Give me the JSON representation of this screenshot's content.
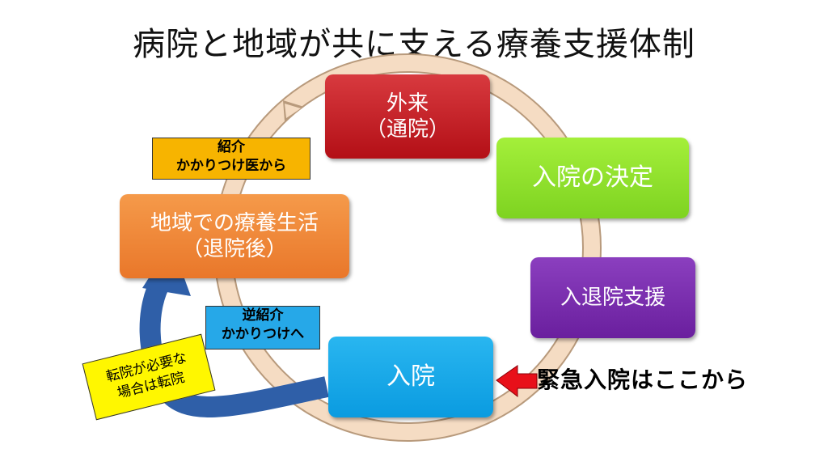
{
  "title": "病院と地域が共に支える療養支援体制",
  "nodes": {
    "outpatient": {
      "line1": "外来",
      "line2": "（通院）",
      "color": "#c0161d"
    },
    "decision": {
      "line1": "入院の決定",
      "color": "#8fe02b"
    },
    "support": {
      "line1": "入退院支援",
      "color": "#7a2fae"
    },
    "admission": {
      "line1": "入院",
      "color": "#14a6ea"
    },
    "community": {
      "line1": "地域での療養生活",
      "line2": "（退院後）",
      "color": "#ef8233"
    }
  },
  "labels": {
    "referral": {
      "line1": "紹介",
      "line2": "かかりつけ医から",
      "color": "#f7b400"
    },
    "reverse_referral": {
      "line1": "逆紹介",
      "line2": "かかりつけへ",
      "color": "#26a8e8"
    },
    "transfer_note": {
      "line1": "転院が必要な",
      "line2": "場合は転院",
      "color": "#fff700"
    }
  },
  "emergency": {
    "text": "緊急入院はここから",
    "arrow_color": "#e8101a"
  },
  "colors": {
    "cycle_ring": "#f5dcc3",
    "cycle_ring_edge": "#b89a7c",
    "transfer_arrow": "#2f5fa8"
  },
  "icons": [
    "cycle-arrow-icon",
    "emergency-arrow-icon",
    "transfer-curved-arrow-icon"
  ]
}
